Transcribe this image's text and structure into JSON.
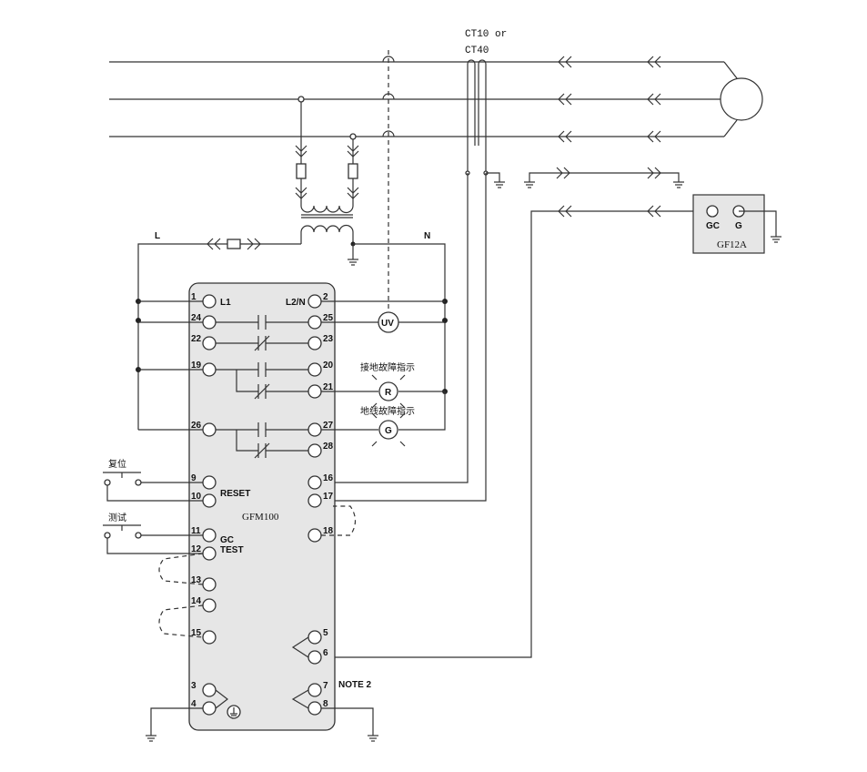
{
  "ct_label_line1": "CT10  or",
  "ct_label_line2": "CT40",
  "line_label_l": "L",
  "line_label_n": "N",
  "device_name": "GFM100",
  "device_gf12a": "GF12A",
  "gf12a_terminals": [
    "GC",
    "G"
  ],
  "note": "NOTE 2",
  "reset_switch_label": "复位",
  "test_switch_label": "测试",
  "ground_fault_indicator": "接地故障指示",
  "ground_wire_fault_indicator": "地线故障指示",
  "uv_label": "UV",
  "r_lamp_label": "R",
  "g_lamp_label": "G",
  "terminal_labels": {
    "l1": "L1",
    "l2n": "L2/N",
    "reset": "RESET",
    "gc": "GC",
    "test": "TEST"
  },
  "terminals_left": [
    "1",
    "24",
    "22",
    "19",
    "26",
    "9",
    "10",
    "11",
    "12",
    "13",
    "14",
    "15",
    "3",
    "4"
  ],
  "terminals_right": [
    "2",
    "25",
    "23",
    "20",
    "21",
    "27",
    "28",
    "16",
    "17",
    "18",
    "5",
    "6",
    "7",
    "8"
  ]
}
